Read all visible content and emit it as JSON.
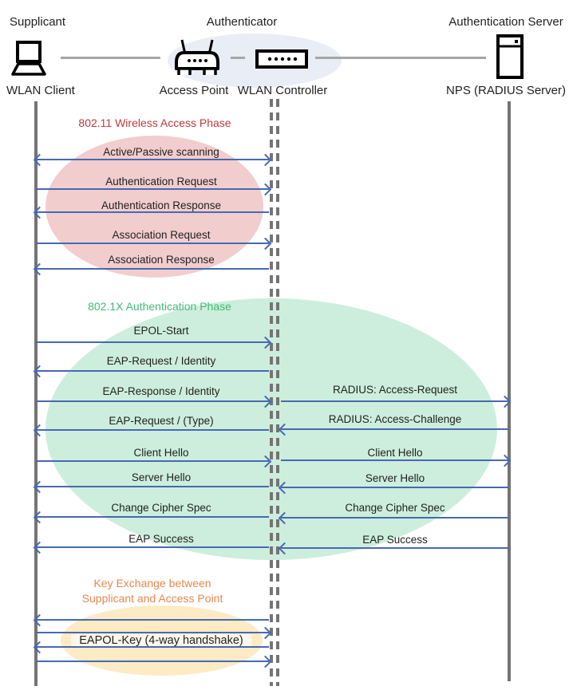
{
  "diagram": {
    "actors": {
      "supplicant": {
        "role": "Supplicant",
        "device": "WLAN Client"
      },
      "authenticator": {
        "role": "Authenticator",
        "device_ap": "Access Point",
        "device_wlc": "WLAN Controller"
      },
      "auth_server": {
        "role": "Authentication Server",
        "device": "NPS (RADIUS Server)"
      }
    },
    "phases": {
      "p80211": {
        "title": "802.11 Wireless Access Phase",
        "color": "#BE3A3A"
      },
      "p8021x": {
        "title": "802.1X Authentication Phase",
        "color": "#3FBA77"
      },
      "pkey": {
        "title_line1": "Key Exchange between",
        "title_line2": "Supplicant and Access Point",
        "color": "#E8874E"
      }
    },
    "messages_client_ap": [
      {
        "label": "Active/Passive scanning",
        "direction": "both"
      },
      {
        "label": "Authentication Request",
        "direction": "right"
      },
      {
        "label": "Authentication Response",
        "direction": "left"
      },
      {
        "label": "Association Request",
        "direction": "right"
      },
      {
        "label": "Association Response",
        "direction": "left"
      },
      {
        "label": "EPOL-Start",
        "direction": "right"
      },
      {
        "label": "EAP-Request / Identity",
        "direction": "left"
      },
      {
        "label": "EAP-Response / Identity",
        "direction": "right"
      },
      {
        "label": "EAP-Request / (Type)",
        "direction": "left"
      },
      {
        "label": "Client Hello",
        "direction": "right"
      },
      {
        "label": "Server Hello",
        "direction": "left"
      },
      {
        "label": "Change Cipher Spec",
        "direction": "left"
      },
      {
        "label": "EAP Success",
        "direction": "left"
      },
      {
        "label": "EAPOL-Key (4-way handshake)",
        "direction": "4-way"
      }
    ],
    "messages_ap_server": [
      {
        "label": "RADIUS: Access-Request",
        "direction": "right"
      },
      {
        "label": "RADIUS: Access-Challenge",
        "direction": "left"
      },
      {
        "label": "Client Hello",
        "direction": "right"
      },
      {
        "label": "Server Hello",
        "direction": "left"
      },
      {
        "label": "Change Cipher Spec",
        "direction": "left"
      },
      {
        "label": "EAP Success",
        "direction": "left"
      }
    ],
    "colors": {
      "arrow_blue": "#4769B2",
      "lifeline_gray": "#747474",
      "phase_80211_fill": "#F2CDCE",
      "phase_8021x_fill": "#CDEEDC",
      "phase_key_fill": "#FCEBC5",
      "authenticator_group_fill": "#E9EDF5"
    }
  }
}
